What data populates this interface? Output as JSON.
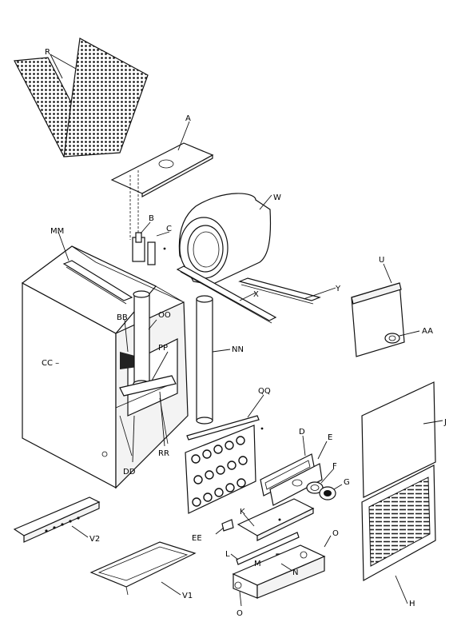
{
  "labels": {
    "R": "R",
    "A": "A",
    "W": "W",
    "B": "B",
    "C": "C",
    "MM": "MM",
    "X": "X",
    "Y": "Y",
    "U": "U",
    "AA": "AA",
    "BB": "BB",
    "OO": "OO",
    "CC": "CC –",
    "PP": "PP",
    "NN": "NN",
    "QQ": "QQ",
    "D": "D",
    "E": "E",
    "J": "J",
    "F": "F",
    "G": "G",
    "DD": "DD",
    "RR": "RR",
    "K": "K",
    "O1": "O",
    "EE": "EE",
    "V2": "V2",
    "L": "L",
    "M": "M",
    "N": "N",
    "H": "H",
    "V1": "V1",
    "O2": "O"
  }
}
